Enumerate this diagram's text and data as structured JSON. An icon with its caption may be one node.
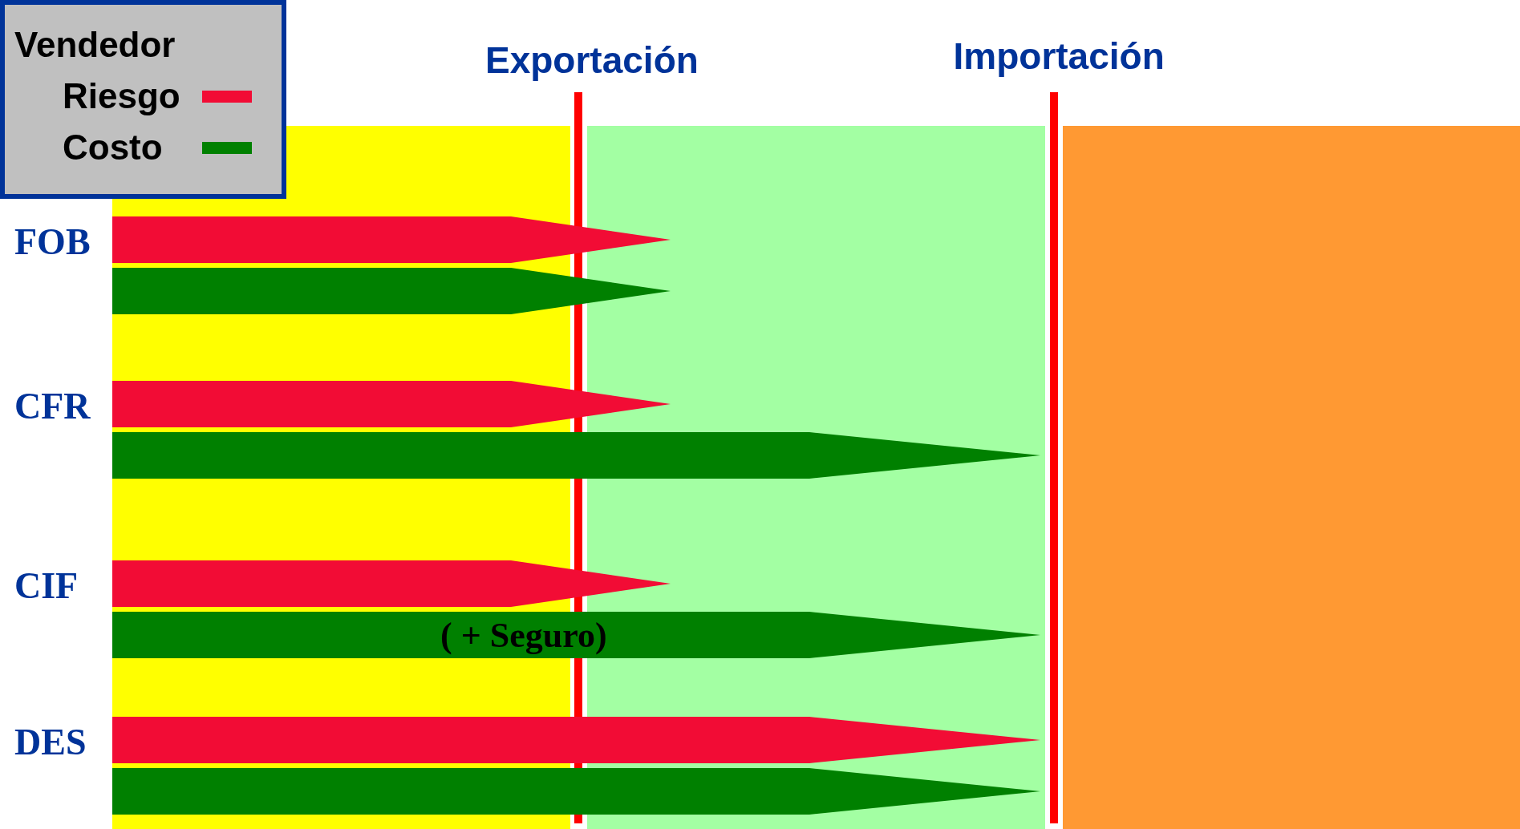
{
  "diagram": {
    "nodes": [
      {
        "text": [
          "FOB"
        ]
      },
      {
        "text": [
          "CFR"
        ]
      },
      {
        "text": [
          "CIF"
        ]
      },
      {
        "text": [
          "DES"
        ]
      }
    ],
    "edges": [
      {
        "from": 0,
        "to": null,
        "arrow": "to",
        "color": "#f20c35"
      },
      {
        "from": 0,
        "to": null,
        "arrow": "to",
        "color": "#008000"
      },
      {
        "from": 1,
        "to": null,
        "arrow": "to",
        "color": "#f20c35"
      },
      {
        "from": 1,
        "to": null,
        "arrow": "to",
        "color": "#008000"
      },
      {
        "from": 2,
        "to": null,
        "arrow": "to",
        "color": "#f20c35"
      },
      {
        "from": 2,
        "to": null,
        "arrow": "to",
        "color": "#008000",
        "label": "( + Seguro)"
      },
      {
        "from": 3,
        "to": null,
        "arrow": "to",
        "color": "#f20c35"
      },
      {
        "from": 3,
        "to": null,
        "arrow": "to",
        "color": "#008000"
      }
    ],
    "labels": [
      "Vendedor",
      "Exportación",
      "Importación"
    ],
    "legend": [
      {
        "text": "Riesgo",
        "color": "#f20c35"
      },
      {
        "text": "Costo",
        "color": "#008000"
      }
    ]
  }
}
